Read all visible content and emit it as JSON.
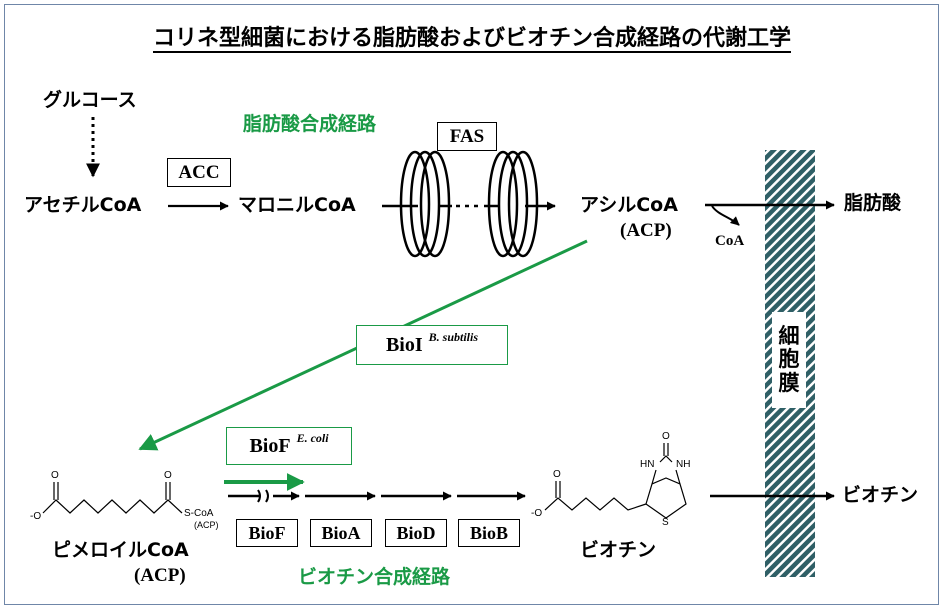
{
  "title": "コリネ型細菌における脂肪酸およびビオチン合成経路の代謝工学",
  "metabolites": {
    "glucose": "グルコース",
    "acetyl_coa": "アセチルCoA",
    "malonyl_coa": "マロニルCoA",
    "acyl_coa": "アシルCoA",
    "acyl_acp": "(ACP)",
    "fatty_acid": "脂肪酸",
    "coa_release": "CoA",
    "pimeloyl_coa": "ピメロイルCoA",
    "pimeloyl_acp": "(ACP)",
    "biotin": "ビオチン",
    "biotin_out": "ビオチン"
  },
  "pathways": {
    "fatty_acid_synthesis": "脂肪酸合成経路",
    "biotin_synthesis": "ビオチン合成経路"
  },
  "enzymes": {
    "acc": "ACC",
    "fas": "FAS",
    "bioi_name": "BioI",
    "bioi_source": "B. subtilis",
    "biof_name": "BioF",
    "biof_source": "E. coli",
    "chain": [
      "BioF",
      "BioA",
      "BioD",
      "BioB"
    ]
  },
  "membrane": {
    "label": [
      "細",
      "胞",
      "膜"
    ]
  },
  "structures": {
    "pimeloyl": {
      "carboxylate_o": "O",
      "carboxylate_charge": "-O",
      "thioester_o": "O",
      "thioester_group": "S-CoA",
      "thioester_alt": "(ACP)"
    },
    "biotin": {
      "carbonyl_o": "O",
      "nh_left": "HN",
      "nh_right": "NH",
      "sulfur": "S",
      "carboxylate_o": "O",
      "carboxylate_charge": "-O"
    }
  },
  "colors": {
    "green_accent": "#1a9a46",
    "membrane_stripe": "#2f5f66",
    "frame": "#6f86a8"
  }
}
